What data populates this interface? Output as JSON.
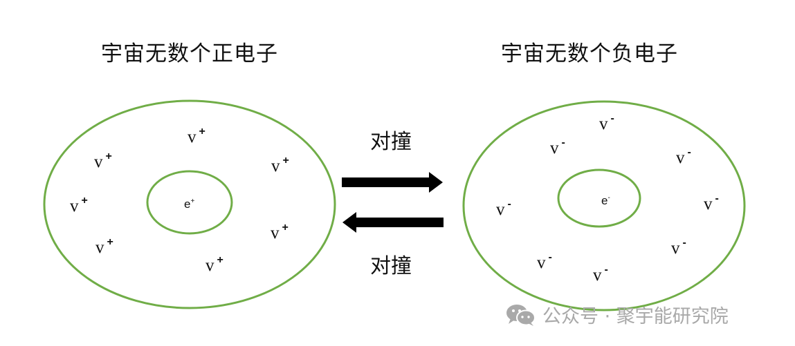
{
  "diagram": {
    "colors": {
      "ring": "#70ad47",
      "arrow": "#000000",
      "text": "#111111",
      "watermark": "#a9a9a9"
    },
    "left": {
      "title": "宇宙无数个正电子",
      "core_label": "e",
      "core_charge": "+",
      "particles": [
        {
          "symbol": "v",
          "charge": "+"
        },
        {
          "symbol": "v",
          "charge": "+"
        },
        {
          "symbol": "v",
          "charge": "+"
        },
        {
          "symbol": "v",
          "charge": "+"
        },
        {
          "symbol": "v",
          "charge": "+"
        },
        {
          "symbol": "v",
          "charge": "+"
        },
        {
          "symbol": "v",
          "charge": "+"
        }
      ]
    },
    "right": {
      "title": "宇宙无数个负电子",
      "core_label": "e",
      "core_charge": "-",
      "particles": [
        {
          "symbol": "v",
          "charge": "-"
        },
        {
          "symbol": "v",
          "charge": "-"
        },
        {
          "symbol": "v",
          "charge": "-"
        },
        {
          "symbol": "v",
          "charge": "-"
        },
        {
          "symbol": "v",
          "charge": "-"
        },
        {
          "symbol": "v",
          "charge": "-"
        },
        {
          "symbol": "v",
          "charge": "-"
        },
        {
          "symbol": "v",
          "charge": "-"
        }
      ]
    },
    "arrows": {
      "top_label": "对撞",
      "bottom_label": "对撞",
      "top_direction": "right",
      "bottom_direction": "left"
    }
  },
  "watermark": {
    "icon": "wechat-icon",
    "text": "公众号 · 聚宇能研究院"
  }
}
